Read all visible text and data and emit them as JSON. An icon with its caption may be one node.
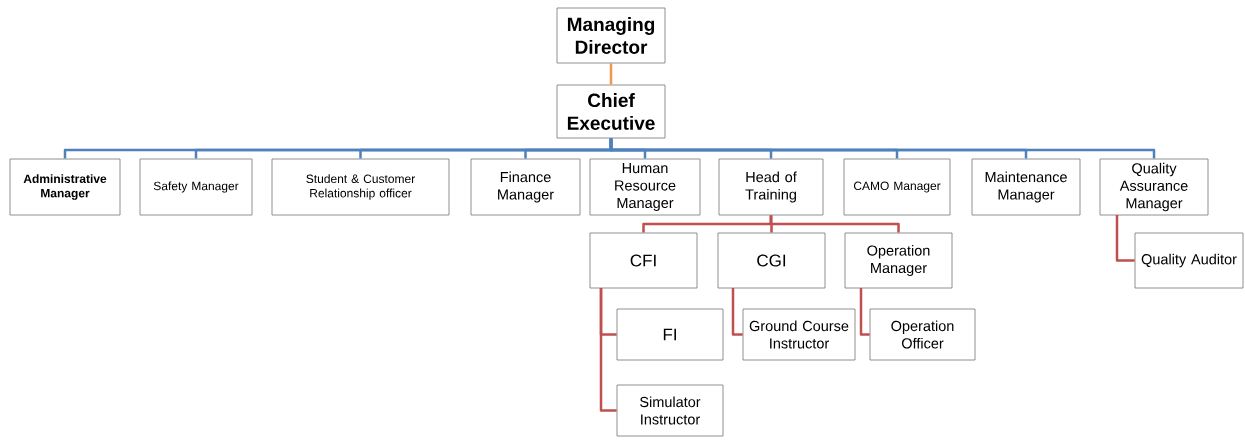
{
  "diagram": {
    "nodes": [
      {
        "text": [
          "Managing Director"
        ]
      },
      {
        "text": [
          "Chief Executive"
        ]
      },
      {
        "text": [
          "Administrative Manager"
        ]
      },
      {
        "text": [
          "Safety Manager"
        ]
      },
      {
        "text": [
          "Student & Customer Relationship officer"
        ]
      },
      {
        "text": [
          "Finance Manager"
        ]
      },
      {
        "text": [
          "Human Resource Manager"
        ]
      },
      {
        "text": [
          "Head of Training"
        ]
      },
      {
        "text": [
          "CAMO Manager"
        ]
      },
      {
        "text": [
          "Maintenance Manager"
        ]
      },
      {
        "text": [
          "Quality Assurance Manager"
        ]
      },
      {
        "text": [
          "CFI"
        ]
      },
      {
        "text": [
          "CGI"
        ]
      },
      {
        "text": [
          "Operation Manager"
        ]
      },
      {
        "text": [
          "FI"
        ]
      },
      {
        "text": [
          "Ground Course Instructor"
        ]
      },
      {
        "text": [
          "Operation Officer"
        ]
      },
      {
        "text": [
          "Simulator Instructor"
        ]
      },
      {
        "text": [
          "Quality Auditor"
        ]
      }
    ],
    "edges": [
      {
        "from": 0,
        "to": 1,
        "arrow": "none",
        "color": "#ed9a4e"
      },
      {
        "from": 1,
        "to": 2,
        "arrow": "none"
      },
      {
        "from": 1,
        "to": 3,
        "arrow": "none"
      },
      {
        "from": 1,
        "to": 4,
        "arrow": "none"
      },
      {
        "from": 1,
        "to": 5,
        "arrow": "none"
      },
      {
        "from": 1,
        "to": 6,
        "arrow": "none"
      },
      {
        "from": 1,
        "to": 7,
        "arrow": "none"
      },
      {
        "from": 1,
        "to": 8,
        "arrow": "none"
      },
      {
        "from": 1,
        "to": 9,
        "arrow": "none"
      },
      {
        "from": 1,
        "to": 10,
        "arrow": "none"
      },
      {
        "from": 7,
        "to": 11,
        "arrow": "none",
        "color": "#c0504d"
      },
      {
        "from": 7,
        "to": 12,
        "arrow": "none",
        "color": "#c0504d"
      },
      {
        "from": 7,
        "to": 13,
        "arrow": "none",
        "color": "#c0504d"
      },
      {
        "from": 10,
        "to": 18,
        "arrow": "none",
        "color": "#c0504d"
      },
      {
        "from": 11,
        "to": 14,
        "arrow": "none",
        "color": "#c0504d"
      },
      {
        "from": 11,
        "to": 17,
        "arrow": "none",
        "color": "#c0504d"
      },
      {
        "from": 12,
        "to": 15,
        "arrow": "none",
        "color": "#c0504d"
      },
      {
        "from": 13,
        "to": 16,
        "arrow": "none",
        "color": "#c0504d"
      }
    ]
  }
}
